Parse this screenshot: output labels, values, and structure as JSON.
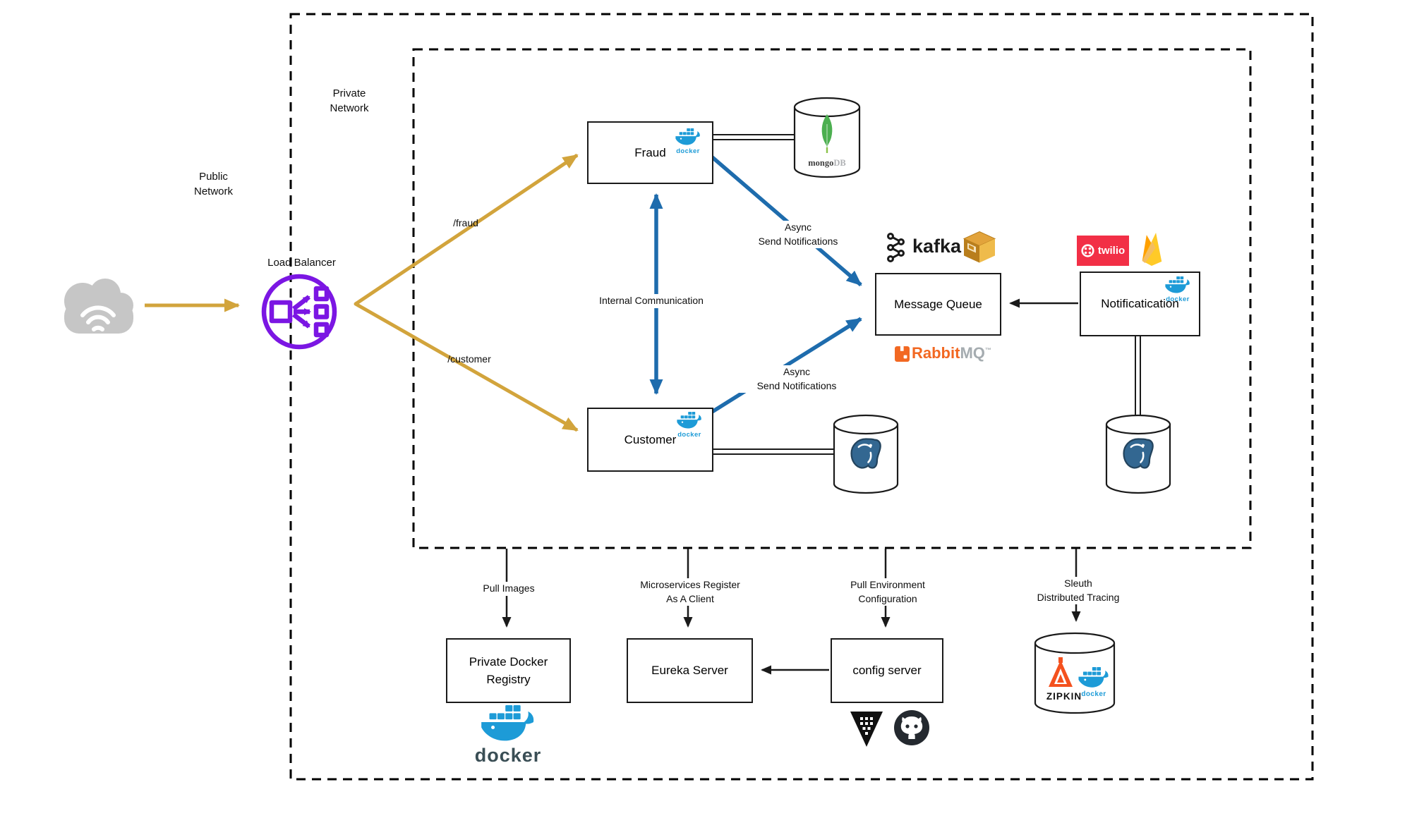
{
  "regions": {
    "public_network": "Public\nNetwork",
    "private_network": "Private\nNetwork"
  },
  "load_balancer": {
    "label": "Load Balancer"
  },
  "services": {
    "fraud": "Fraud",
    "customer": "Customer",
    "message_queue": "Message Queue",
    "notification": "Notificatication",
    "docker_registry": "Private Docker\nRegistry",
    "eureka": "Eureka Server",
    "config_server": "config server"
  },
  "edges": {
    "fraud_route": "/fraud",
    "customer_route": "/customer",
    "internal_communication": "Internal Communication",
    "async_send_top": "Async\nSend Notifications",
    "async_send_bottom": "Async\nSend Notifications",
    "pull_images": "Pull Images",
    "microservices_register": "Microservices Register\nAs A Client",
    "pull_environment": "Pull Environment\nConfiguration",
    "sleuth_tracing": "Sleuth\nDistributed Tracing"
  },
  "logos": {
    "docker": "docker",
    "kafka": "kafka",
    "mongo": "mongo",
    "mongo_suffix": "DB",
    "rabbit": "Rabbit",
    "rabbit_suffix": "MQ",
    "trademark": "™",
    "twilio": "twilio",
    "zipkin": "ZIPKIN"
  },
  "colors": {
    "arrow_yellow": "#D2A43C",
    "arrow_blue": "#1E6CAD",
    "load_balancer_purple": "#7B16E3",
    "docker_blue": "#1D9BD7",
    "mongo_green": "#4CAF50",
    "postgres_blue": "#336791",
    "rabbit_orange": "#F26822",
    "twilio_red": "#F22F46",
    "firebase_yellow": "#FFCA28",
    "zipkin_orange": "#F4511E",
    "cloud_gray": "#C6C6C6"
  }
}
